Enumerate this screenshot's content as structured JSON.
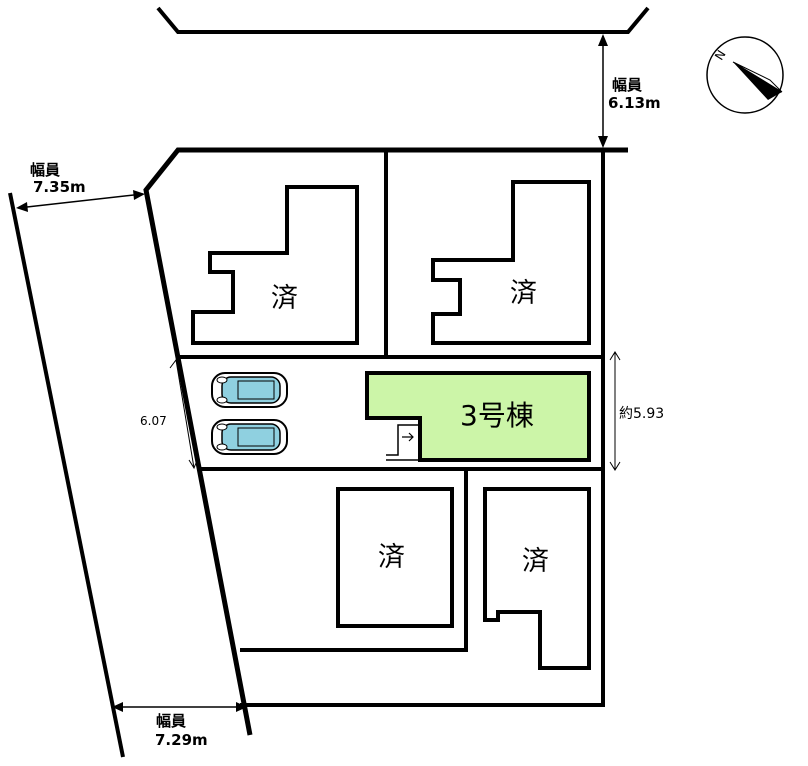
{
  "roads": {
    "north": {
      "label": "幅員",
      "width": "6.13m"
    },
    "west_top": {
      "label": "幅員",
      "width": "7.35m"
    },
    "west_bottom": {
      "label": "幅員",
      "width": "7.29m"
    }
  },
  "lots": {
    "top_left": {
      "label": "済"
    },
    "top_right": {
      "label": "済"
    },
    "bottom_left": {
      "label": "済"
    },
    "bottom_right": {
      "label": "済"
    }
  },
  "featured": {
    "label": "3号棟",
    "fill": "#ccf5a8"
  },
  "dimensions": {
    "driveway_width": "6.07",
    "lot_depth": "約5.93"
  },
  "compass": {
    "letter": "N"
  },
  "colors": {
    "line": "#000000",
    "car": "#8fd0e0"
  }
}
